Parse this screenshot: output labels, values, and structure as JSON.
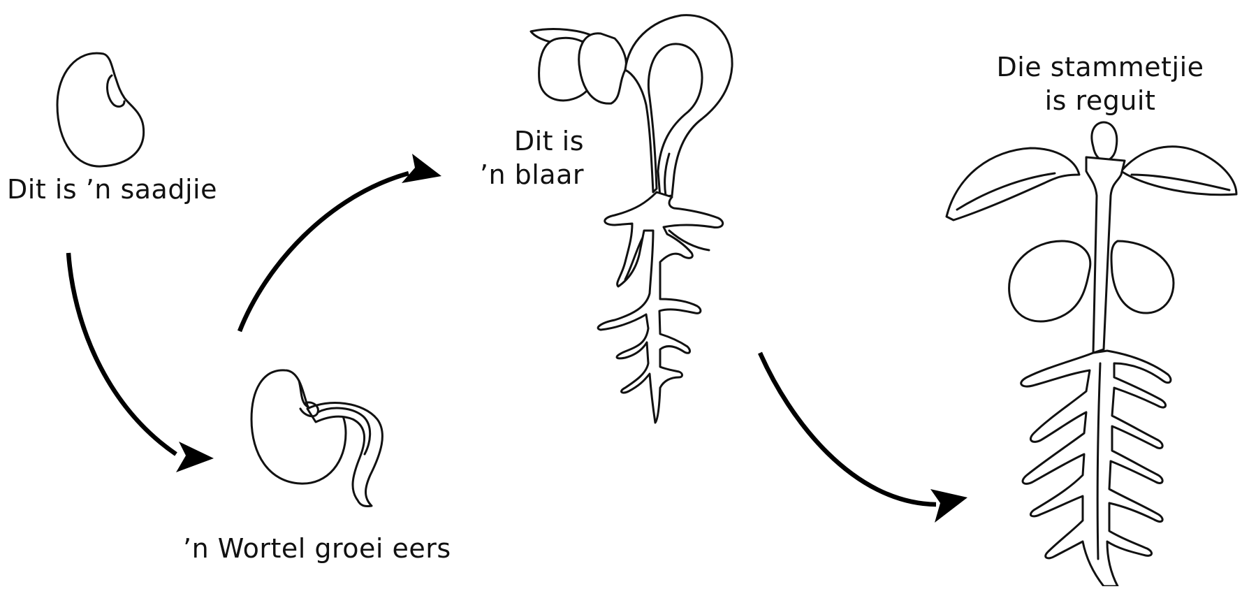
{
  "labels": {
    "seed": "Dit is ’n saadjie",
    "root_first": "’n Wortel groei eers",
    "leaf_line1": "Dit is",
    "leaf_line2": "’n blaar",
    "stem_line1": "Die stammetjie",
    "stem_line2": "is reguit"
  },
  "stages": [
    "seed",
    "seed-with-root",
    "seedling-with-leaf",
    "upright-plant"
  ]
}
